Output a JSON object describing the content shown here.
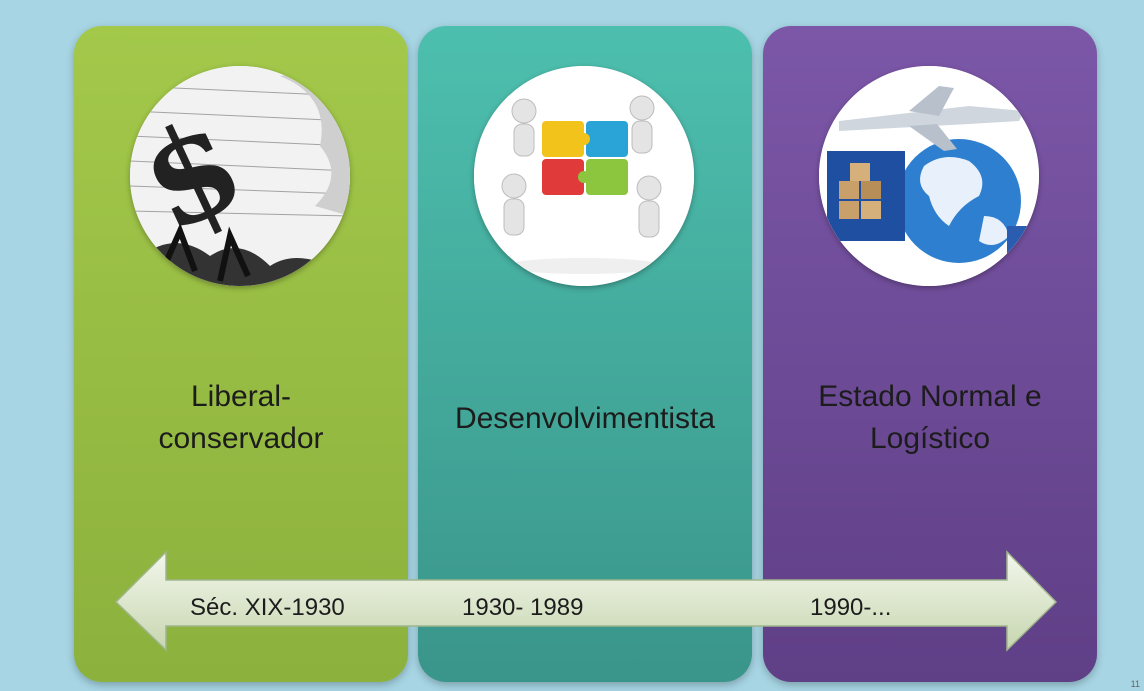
{
  "panels": [
    {
      "title_lines": [
        "Liberal-",
        "conservador"
      ],
      "color": "#99bf44",
      "image_icon": "dollar-sign-crowd-icon"
    },
    {
      "title_lines": [
        "Desenvolvimentista"
      ],
      "color": "#45ab9d",
      "image_icon": "puzzle-teamwork-icon"
    },
    {
      "title_lines": [
        "Estado Normal e",
        "Logístico"
      ],
      "color": "#6e4b98",
      "image_icon": "globe-logistics-icon"
    }
  ],
  "timeline": {
    "periods": [
      "Séc. XIX-1930",
      "1930- 1989",
      "1990-..."
    ]
  },
  "page_number": "11",
  "colors": {
    "background": "#a7d5e4",
    "arrow_fill": "#e6efd8"
  }
}
